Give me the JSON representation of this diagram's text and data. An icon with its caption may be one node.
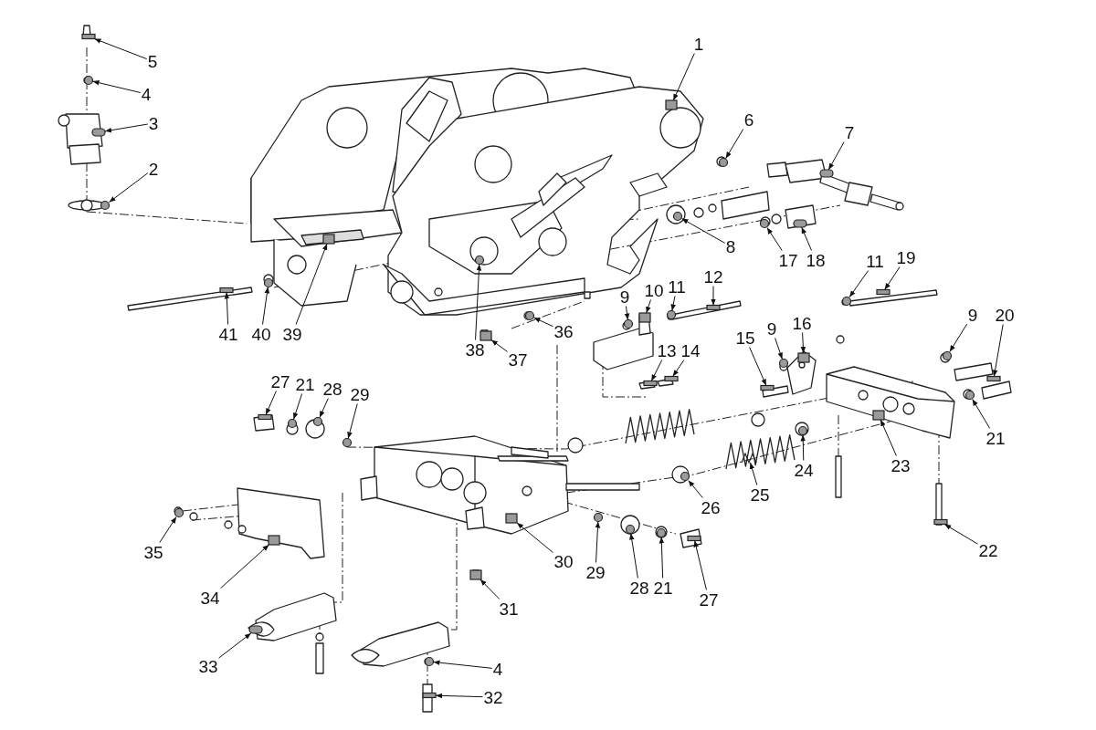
{
  "diagram": {
    "nodes": [
      {
        "text": [
          "1"
        ]
      },
      {
        "text": [
          "5"
        ]
      },
      {
        "text": [
          "4"
        ]
      },
      {
        "text": [
          "6"
        ]
      },
      {
        "text": [
          "3"
        ]
      },
      {
        "text": [
          "7"
        ]
      },
      {
        "text": [
          "2"
        ]
      },
      {
        "text": [
          "8"
        ]
      },
      {
        "text": [
          "19"
        ]
      },
      {
        "text": [
          "17"
        ]
      },
      {
        "text": [
          "18"
        ]
      },
      {
        "text": [
          "11"
        ]
      },
      {
        "text": [
          "12"
        ]
      },
      {
        "text": [
          "11"
        ]
      },
      {
        "text": [
          "10"
        ]
      },
      {
        "text": [
          "9"
        ]
      },
      {
        "text": [
          "9"
        ]
      },
      {
        "text": [
          "20"
        ]
      },
      {
        "text": [
          "16"
        ]
      },
      {
        "text": [
          "9"
        ]
      },
      {
        "text": [
          "36"
        ]
      },
      {
        "text": [
          "41"
        ]
      },
      {
        "text": [
          "40"
        ]
      },
      {
        "text": [
          "39"
        ]
      },
      {
        "text": [
          "15"
        ]
      },
      {
        "text": [
          "38"
        ]
      },
      {
        "text": [
          "13"
        ]
      },
      {
        "text": [
          "14"
        ]
      },
      {
        "text": [
          "37"
        ]
      },
      {
        "text": [
          "27"
        ]
      },
      {
        "text": [
          "21"
        ]
      },
      {
        "text": [
          "28"
        ]
      },
      {
        "text": [
          "29"
        ]
      },
      {
        "text": [
          "21"
        ]
      },
      {
        "text": [
          "23"
        ]
      },
      {
        "text": [
          "24"
        ]
      },
      {
        "text": [
          "25"
        ]
      },
      {
        "text": [
          "26"
        ]
      },
      {
        "text": [
          "22"
        ]
      },
      {
        "text": [
          "35"
        ]
      },
      {
        "text": [
          "30"
        ]
      },
      {
        "text": [
          "29"
        ]
      },
      {
        "text": [
          "28"
        ]
      },
      {
        "text": [
          "21"
        ]
      },
      {
        "text": [
          "34"
        ]
      },
      {
        "text": [
          "27"
        ]
      },
      {
        "text": [
          "31"
        ]
      },
      {
        "text": [
          "33"
        ]
      },
      {
        "text": [
          "4"
        ]
      },
      {
        "text": [
          "32"
        ]
      },
      {
        "text": [],
        "shape": "box"
      },
      {
        "text": [],
        "shape": "bar"
      },
      {
        "text": [],
        "shape": "circle"
      },
      {
        "text": [],
        "shape": "circle"
      },
      {
        "text": [],
        "shape": "cylinder"
      },
      {
        "text": [],
        "shape": "cylinder"
      },
      {
        "text": [],
        "shape": "circle"
      },
      {
        "text": [],
        "shape": "circle"
      },
      {
        "text": [],
        "shape": "bar"
      },
      {
        "text": [],
        "shape": "circle"
      },
      {
        "text": [],
        "shape": "cylinder"
      },
      {
        "text": [],
        "shape": "circle"
      },
      {
        "text": [],
        "shape": "bar"
      },
      {
        "text": [],
        "shape": "circle"
      },
      {
        "text": [],
        "shape": "box"
      },
      {
        "text": [],
        "shape": "circle"
      },
      {
        "text": [],
        "shape": "circle"
      },
      {
        "text": [],
        "shape": "bar"
      },
      {
        "text": [],
        "shape": "box"
      },
      {
        "text": [],
        "shape": "circle"
      },
      {
        "text": [],
        "shape": "circle"
      },
      {
        "text": [],
        "shape": "bar"
      },
      {
        "text": [],
        "shape": "circle"
      },
      {
        "text": [],
        "shape": "box"
      },
      {
        "text": [],
        "shape": "bar"
      },
      {
        "text": [],
        "shape": "circle"
      },
      {
        "text": [],
        "shape": "bar"
      },
      {
        "text": [],
        "shape": "bar"
      },
      {
        "text": [],
        "shape": "box"
      },
      {
        "text": [],
        "shape": "bar"
      },
      {
        "text": [],
        "shape": "circle"
      },
      {
        "text": [],
        "shape": "circle"
      },
      {
        "text": [],
        "shape": "circle"
      },
      {
        "text": [],
        "shape": "circle"
      },
      {
        "text": [],
        "shape": "box"
      },
      {
        "text": [],
        "shape": "circle"
      },
      {
        "text": [],
        "shape": "spring"
      },
      {
        "text": [],
        "shape": "circle"
      },
      {
        "text": [],
        "shape": "bar"
      },
      {
        "text": [],
        "shape": "circle"
      },
      {
        "text": [],
        "shape": "box"
      },
      {
        "text": [],
        "shape": "circle"
      },
      {
        "text": [],
        "shape": "circle"
      },
      {
        "text": [],
        "shape": "circle"
      },
      {
        "text": [],
        "shape": "box"
      },
      {
        "text": [],
        "shape": "bar"
      },
      {
        "text": [],
        "shape": "box"
      },
      {
        "text": [],
        "shape": "cylinder"
      },
      {
        "text": [],
        "shape": "circle"
      },
      {
        "text": [],
        "shape": "bar"
      }
    ],
    "edges": [
      {
        "from": 0,
        "to": 50,
        "arrow": "to"
      },
      {
        "from": 1,
        "to": 51,
        "arrow": "to"
      },
      {
        "from": 2,
        "to": 52,
        "arrow": "to"
      },
      {
        "from": 3,
        "to": 53,
        "arrow": "to"
      },
      {
        "from": 4,
        "to": 54,
        "arrow": "to"
      },
      {
        "from": 5,
        "to": 55,
        "arrow": "to"
      },
      {
        "from": 6,
        "to": 56,
        "arrow": "to"
      },
      {
        "from": 7,
        "to": 57,
        "arrow": "to"
      },
      {
        "from": 8,
        "to": 58,
        "arrow": "to"
      },
      {
        "from": 9,
        "to": 59,
        "arrow": "to"
      },
      {
        "from": 10,
        "to": 60,
        "arrow": "to"
      },
      {
        "from": 11,
        "to": 61,
        "arrow": "to"
      },
      {
        "from": 12,
        "to": 62,
        "arrow": "to"
      },
      {
        "from": 13,
        "to": 63,
        "arrow": "to"
      },
      {
        "from": 14,
        "to": 64,
        "arrow": "to"
      },
      {
        "from": 15,
        "to": 65,
        "arrow": "to"
      },
      {
        "from": 16,
        "to": 66,
        "arrow": "to"
      },
      {
        "from": 17,
        "to": 67,
        "arrow": "to"
      },
      {
        "from": 18,
        "to": 68,
        "arrow": "to"
      },
      {
        "from": 19,
        "to": 69,
        "arrow": "to"
      },
      {
        "from": 20,
        "to": 70,
        "arrow": "to"
      },
      {
        "from": 21,
        "to": 71,
        "arrow": "to"
      },
      {
        "from": 22,
        "to": 72,
        "arrow": "to"
      },
      {
        "from": 23,
        "to": 73,
        "arrow": "to"
      },
      {
        "from": 24,
        "to": 74,
        "arrow": "to"
      },
      {
        "from": 25,
        "to": 75,
        "arrow": "to"
      },
      {
        "from": 26,
        "to": 76,
        "arrow": "to"
      },
      {
        "from": 27,
        "to": 77,
        "arrow": "to"
      },
      {
        "from": 28,
        "to": 78,
        "arrow": "to"
      },
      {
        "from": 29,
        "to": 79,
        "arrow": "to"
      },
      {
        "from": 30,
        "to": 80,
        "arrow": "to"
      },
      {
        "from": 31,
        "to": 81,
        "arrow": "to"
      },
      {
        "from": 32,
        "to": 82,
        "arrow": "to"
      },
      {
        "from": 33,
        "to": 83,
        "arrow": "to"
      },
      {
        "from": 34,
        "to": 84,
        "arrow": "to"
      },
      {
        "from": 35,
        "to": 85,
        "arrow": "to"
      },
      {
        "from": 36,
        "to": 86,
        "arrow": "to"
      },
      {
        "from": 37,
        "to": 87,
        "arrow": "to"
      },
      {
        "from": 38,
        "to": 88,
        "arrow": "to"
      },
      {
        "from": 39,
        "to": 89,
        "arrow": "to"
      },
      {
        "from": 40,
        "to": 90,
        "arrow": "to"
      },
      {
        "from": 41,
        "to": 91,
        "arrow": "to"
      },
      {
        "from": 42,
        "to": 92,
        "arrow": "to"
      },
      {
        "from": 43,
        "to": 93,
        "arrow": "to"
      },
      {
        "from": 44,
        "to": 94,
        "arrow": "to"
      },
      {
        "from": 45,
        "to": 95,
        "arrow": "to"
      },
      {
        "from": 46,
        "to": 96,
        "arrow": "to"
      },
      {
        "from": 47,
        "to": 97,
        "arrow": "to"
      },
      {
        "from": 48,
        "to": 98,
        "arrow": "to"
      },
      {
        "from": 49,
        "to": 99,
        "arrow": "to"
      }
    ]
  }
}
